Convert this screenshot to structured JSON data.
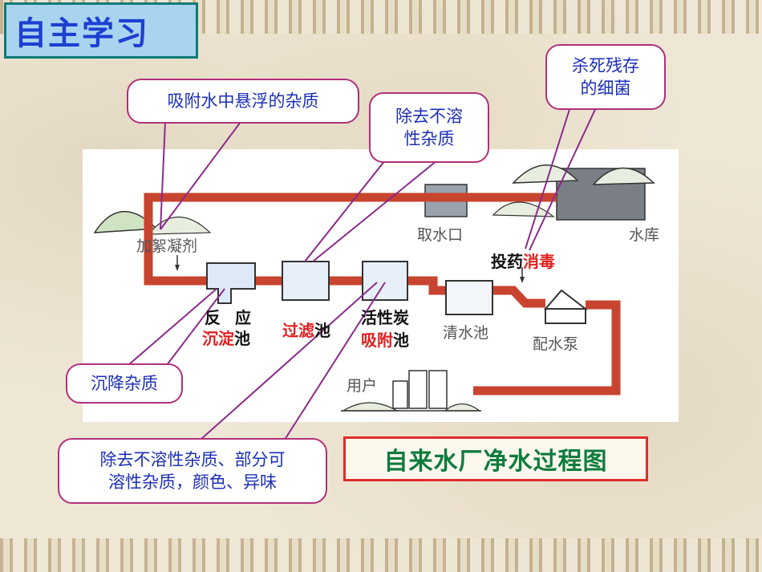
{
  "title": "自主学习",
  "callouts": {
    "adsorb": "吸附水中悬浮的杂质",
    "remove_insoluble": [
      "除去不溶",
      "性杂质"
    ],
    "kill_bacteria": [
      "杀死残存",
      "的细菌"
    ],
    "settle": "沉降杂质",
    "carbon": [
      "除去不溶性杂质、部分可",
      "溶性杂质，颜色、异味"
    ]
  },
  "labels": {
    "coagulant": "加絮凝剂",
    "intake": "取水口",
    "reservoir": "水库",
    "disinfect_a": "投药",
    "disinfect_b": "消毒",
    "reaction_a": "反",
    "reaction_b": "应",
    "sediment_a": "沉淀",
    "sediment_b": "池",
    "filter_a": "过滤",
    "filter_b": "池",
    "carbon_a": "活性炭",
    "carbon_b": "吸附",
    "carbon_c": "池",
    "clear_tank": "清水池",
    "pump": "配水泵",
    "users": "用户"
  },
  "caption": "自来水厂净水过程图",
  "colors": {
    "pipe": "#c8442e",
    "callout_text": "#1c2fb8",
    "callout_border": "#b0307a",
    "highlight_red": "#e02020",
    "caption_green": "#0d7c3d",
    "title_blue": "#1d3fd2"
  }
}
